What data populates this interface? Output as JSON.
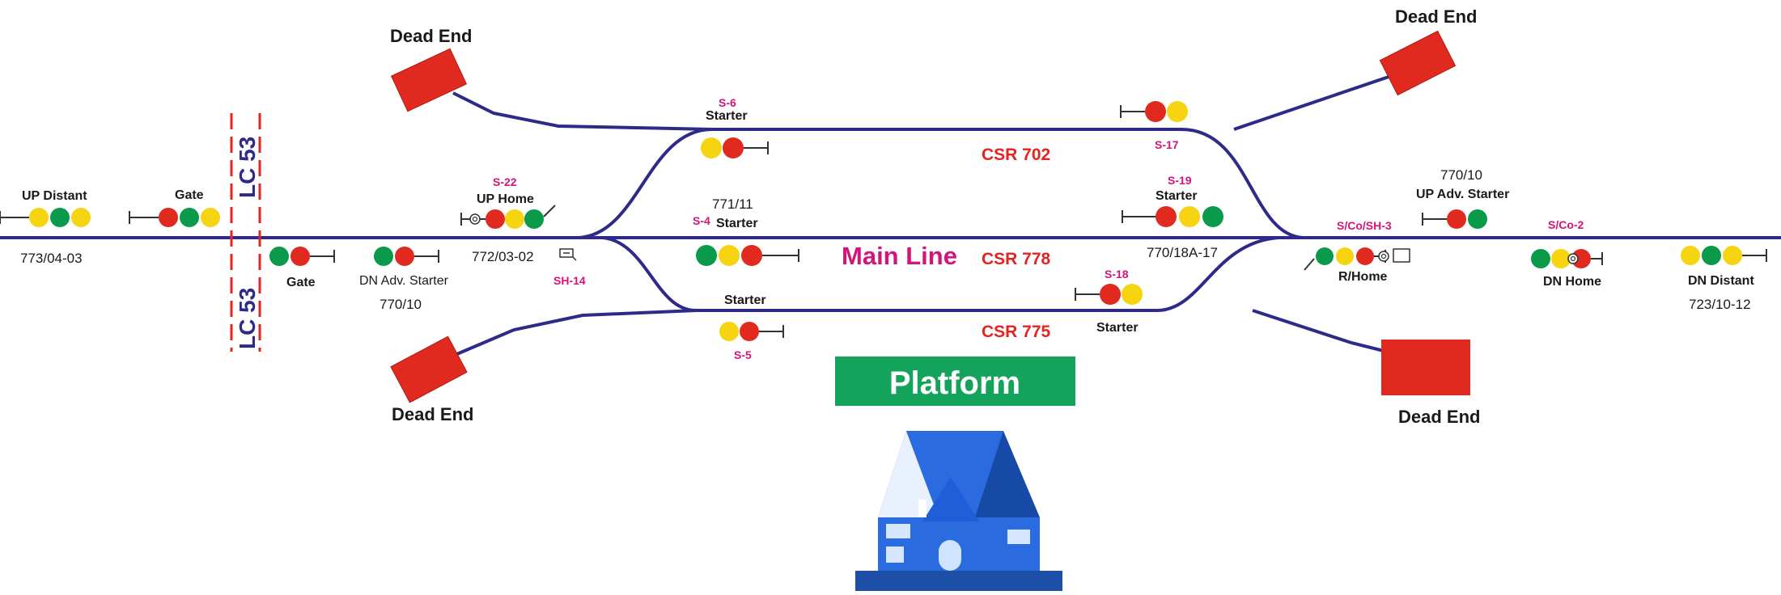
{
  "colors": {
    "track": "#2e2a8a",
    "red": "#e02a1f",
    "yellow": "#f7d411",
    "green": "#0a9a4a",
    "dead_end": "#e02a1f",
    "platform_bg": "#13a35a",
    "signal_id": "#d4147a",
    "csr": "#e32420",
    "lc_line": "#e32420",
    "lc_text": "#2d2a8a",
    "house_blue": "#1f5ed8"
  },
  "labels": {
    "dead_end_tl": "Dead End",
    "dead_end_tr": "Dead End",
    "dead_end_bl": "Dead End",
    "dead_end_br": "Dead End",
    "csr_702": "CSR 702",
    "csr_778": "CSR 778",
    "csr_775": "CSR 775",
    "main_line": "Main Line",
    "platform": "Platform",
    "lc_top": "LC 53",
    "lc_bottom": "LC 53",
    "km_773": "773/04-03",
    "km_772": "772/03-02",
    "km_771": "771/11",
    "km_770_18a": "770/18A-17",
    "km_770_10_up": "770/10",
    "km_770_10_dn": "770/10",
    "km_723": "723/10-12",
    "sh14": "SH-14"
  },
  "signals": {
    "up_distant": {
      "name": "UP Distant",
      "lamps": [
        "yellow",
        "green",
        "yellow"
      ]
    },
    "gate_up": {
      "name": "Gate",
      "lamps": [
        "red",
        "green",
        "yellow"
      ]
    },
    "gate_dn": {
      "name": "Gate",
      "lamps": [
        "green",
        "red"
      ]
    },
    "dn_adv_starter": {
      "name": "DN Adv. Starter",
      "lamps": [
        "green",
        "red"
      ]
    },
    "up_home": {
      "id": "S-22",
      "name": "UP Home",
      "lamps": [
        "red",
        "yellow",
        "green"
      ]
    },
    "s6": {
      "id": "S-6",
      "name": "Starter",
      "lamps": [
        "yellow",
        "red"
      ]
    },
    "s4": {
      "id": "S-4",
      "name": "Starter",
      "lamps": [
        "green",
        "yellow",
        "red"
      ]
    },
    "s5": {
      "id": "S-5",
      "name": "Starter",
      "lamps": [
        "yellow",
        "red"
      ]
    },
    "s17": {
      "id": "S-17",
      "lamps": [
        "red",
        "yellow"
      ]
    },
    "s19": {
      "id": "S-19",
      "name": "Starter",
      "lamps": [
        "red",
        "yellow",
        "green"
      ]
    },
    "s18": {
      "id": "S-18",
      "name": "Starter",
      "lamps": [
        "red",
        "yellow"
      ]
    },
    "r_home": {
      "id": "S/Co/SH-3",
      "name": "R/Home",
      "lamps": [
        "green",
        "yellow",
        "red"
      ]
    },
    "up_adv_starter": {
      "name": "UP Adv. Starter",
      "lamps": [
        "red",
        "green"
      ]
    },
    "dn_home": {
      "id": "S/Co-2",
      "name": "DN Home",
      "lamps": [
        "green",
        "yellow",
        "red"
      ]
    },
    "dn_distant": {
      "name": "DN Distant",
      "lamps": [
        "yellow",
        "green",
        "yellow"
      ]
    }
  }
}
